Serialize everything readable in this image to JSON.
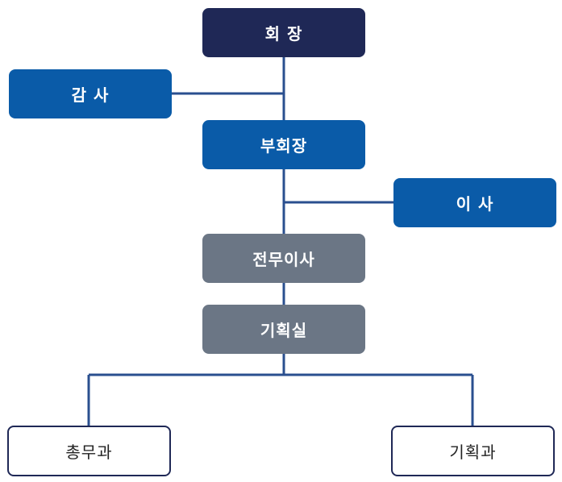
{
  "colors": {
    "navy": "#1f2856",
    "blue": "#0a5ba8",
    "gray": "#6b7685",
    "line": "#2a4f8f"
  },
  "org": {
    "chairman": "회 장",
    "auditor": "감 사",
    "vice_chairman": "부회장",
    "director": "이 사",
    "managing_director": "전무이사",
    "planning_office": "기획실",
    "general_affairs": "총무과",
    "planning_dept": "기획과"
  }
}
